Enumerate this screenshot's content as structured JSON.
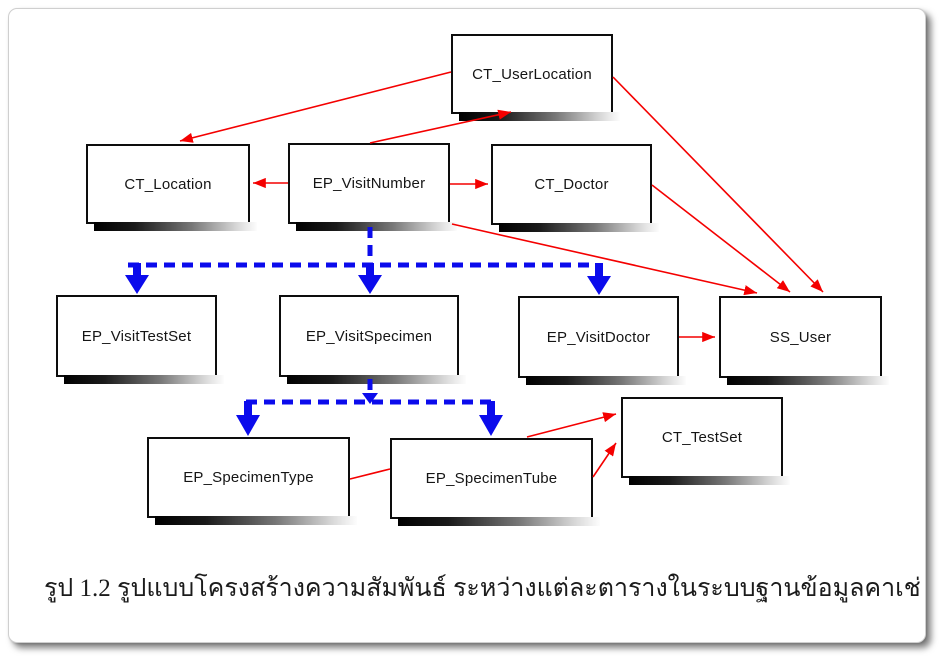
{
  "figure": {
    "caption": "รูป 1.2 รูปแบบโครงสร้างความสัมพันธ์ ระหว่างแต่ละตารางในระบบฐานข้อมูลคาเช่"
  },
  "diagram": {
    "tables": [
      {
        "name": "CT_UserLocation"
      },
      {
        "name": "CT_Location"
      },
      {
        "name": "EP_VisitNumber"
      },
      {
        "name": "CT_Doctor"
      },
      {
        "name": "EP_VisitTestSet"
      },
      {
        "name": "EP_VisitSpecimen"
      },
      {
        "name": "EP_VisitDoctor"
      },
      {
        "name": "SS_User"
      },
      {
        "name": "EP_SpecimenType"
      },
      {
        "name": "EP_SpecimenTube"
      },
      {
        "name": "CT_TestSet"
      }
    ],
    "relations": {
      "red_solid_arrows": [
        {
          "from": "CT_UserLocation",
          "to": "CT_Location"
        },
        {
          "from": "EP_VisitNumber",
          "to": "CT_UserLocation"
        },
        {
          "from": "EP_VisitNumber",
          "to": "CT_Location"
        },
        {
          "from": "EP_VisitNumber",
          "to": "CT_Doctor"
        },
        {
          "from": "EP_VisitNumber",
          "to": "SS_User"
        },
        {
          "from": "CT_UserLocation",
          "to": "SS_User"
        },
        {
          "from": "CT_Doctor",
          "to": "SS_User"
        },
        {
          "from": "EP_VisitDoctor",
          "to": "SS_User"
        },
        {
          "from": "EP_SpecimenTube",
          "to": "CT_TestSet",
          "note": "two arrows"
        },
        {
          "from": "EP_SpecimenType",
          "to": "EP_SpecimenTube",
          "note": "plain line, no arrowhead"
        }
      ],
      "blue_dashed_arrows": [
        {
          "from": "EP_VisitNumber",
          "to": [
            "EP_VisitTestSet",
            "EP_VisitSpecimen",
            "EP_VisitDoctor"
          ]
        },
        {
          "from": "EP_VisitSpecimen",
          "to": [
            "EP_SpecimenType",
            "EP_SpecimenTube"
          ]
        }
      ]
    },
    "colors": {
      "relation_line": "#ff0000",
      "dependency_line": "#0b0bec",
      "box_border": "#000000",
      "box_fill": "#ffffff"
    }
  }
}
